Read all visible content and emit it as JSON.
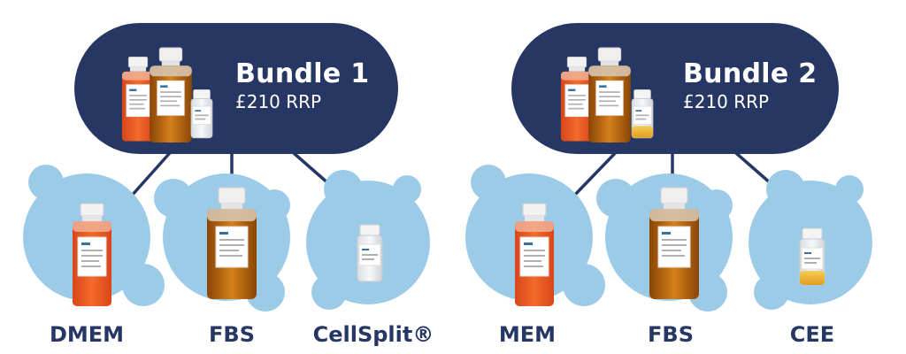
{
  "bundles": [
    {
      "title": "Bundle 1",
      "price": "£210 RRP"
    },
    {
      "title": "Bundle 2",
      "price": "£210 RRP"
    }
  ],
  "products": [
    {
      "name": "DMEM"
    },
    {
      "name": "FBS"
    },
    {
      "name": "CellSplit®"
    },
    {
      "name": "MEM"
    },
    {
      "name": "FBS"
    },
    {
      "name": "CEE"
    }
  ],
  "colors": {
    "navy": "#263763",
    "blob": "#9ccbe8",
    "orange_media": "#e8541f",
    "amber_serum": "#c06a10",
    "yellow_supplement": "#f0b93a"
  },
  "icons": [
    "media-bottle-icon",
    "serum-bottle-icon",
    "vial-icon"
  ]
}
